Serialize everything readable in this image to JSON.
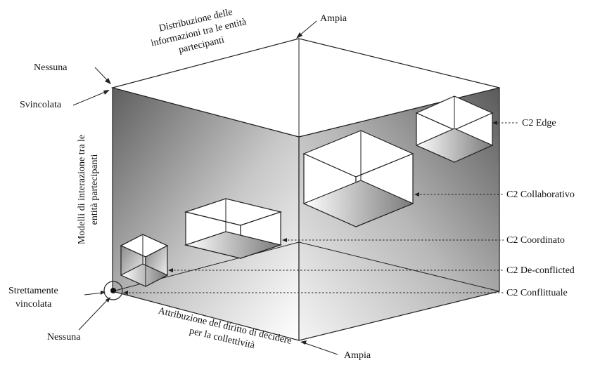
{
  "top_axis": {
    "title_lines": [
      "Distribuzione delle",
      "informazioni tra le entità",
      "partecipanti"
    ],
    "end_label": "Ampia",
    "start_label": "Nessuna"
  },
  "left_axis": {
    "title_lines": [
      "Modelli di interazione tra le",
      "entità partecipanti"
    ],
    "top_label": "Svincolata",
    "bottom_label_lines": [
      "Strettamente",
      "vincolata"
    ]
  },
  "bottom_axis": {
    "title_lines": [
      "Attribuzione del diritto di decidere",
      "per la collettività"
    ],
    "start_label": "Nessuna",
    "end_label": "Ampia"
  },
  "levels": [
    {
      "label": "C2 Edge"
    },
    {
      "label": "C2 Collaborativo"
    },
    {
      "label": "C2 Coordinato"
    },
    {
      "label": "C2 De-conflicted"
    },
    {
      "label": "C2 Conflittuale"
    }
  ],
  "colors": {
    "shade_dark": "#6e6e6e",
    "shade_light": "#ffffff",
    "line": "#222222"
  }
}
